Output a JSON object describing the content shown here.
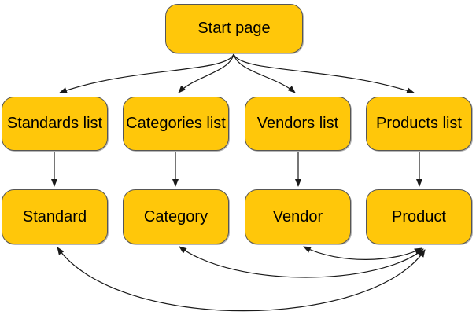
{
  "diagram": {
    "colors": {
      "background": "#ffffff",
      "node_fill": "#ffc70a",
      "node_border": "#565656",
      "edge": "#1a1a1a"
    },
    "nodes": [
      {
        "id": "start-page",
        "label": "Start page"
      },
      {
        "id": "standards-list",
        "label": "Standards list"
      },
      {
        "id": "categories-list",
        "label": "Categories list"
      },
      {
        "id": "vendors-list",
        "label": "Vendors list"
      },
      {
        "id": "products-list",
        "label": "Products list"
      },
      {
        "id": "standard",
        "label": "Standard"
      },
      {
        "id": "category",
        "label": "Category"
      },
      {
        "id": "vendor",
        "label": "Vendor"
      },
      {
        "id": "product",
        "label": "Product"
      }
    ],
    "edges": [
      {
        "from": "start-page",
        "to": "standards-list",
        "bidirectional": false
      },
      {
        "from": "start-page",
        "to": "categories-list",
        "bidirectional": false
      },
      {
        "from": "start-page",
        "to": "vendors-list",
        "bidirectional": false
      },
      {
        "from": "start-page",
        "to": "products-list",
        "bidirectional": false
      },
      {
        "from": "standards-list",
        "to": "standard",
        "bidirectional": false
      },
      {
        "from": "categories-list",
        "to": "category",
        "bidirectional": false
      },
      {
        "from": "vendors-list",
        "to": "vendor",
        "bidirectional": false
      },
      {
        "from": "products-list",
        "to": "product",
        "bidirectional": false
      },
      {
        "from": "product",
        "to": "vendor",
        "bidirectional": true
      },
      {
        "from": "product",
        "to": "category",
        "bidirectional": true
      },
      {
        "from": "product",
        "to": "standard",
        "bidirectional": true
      }
    ]
  }
}
